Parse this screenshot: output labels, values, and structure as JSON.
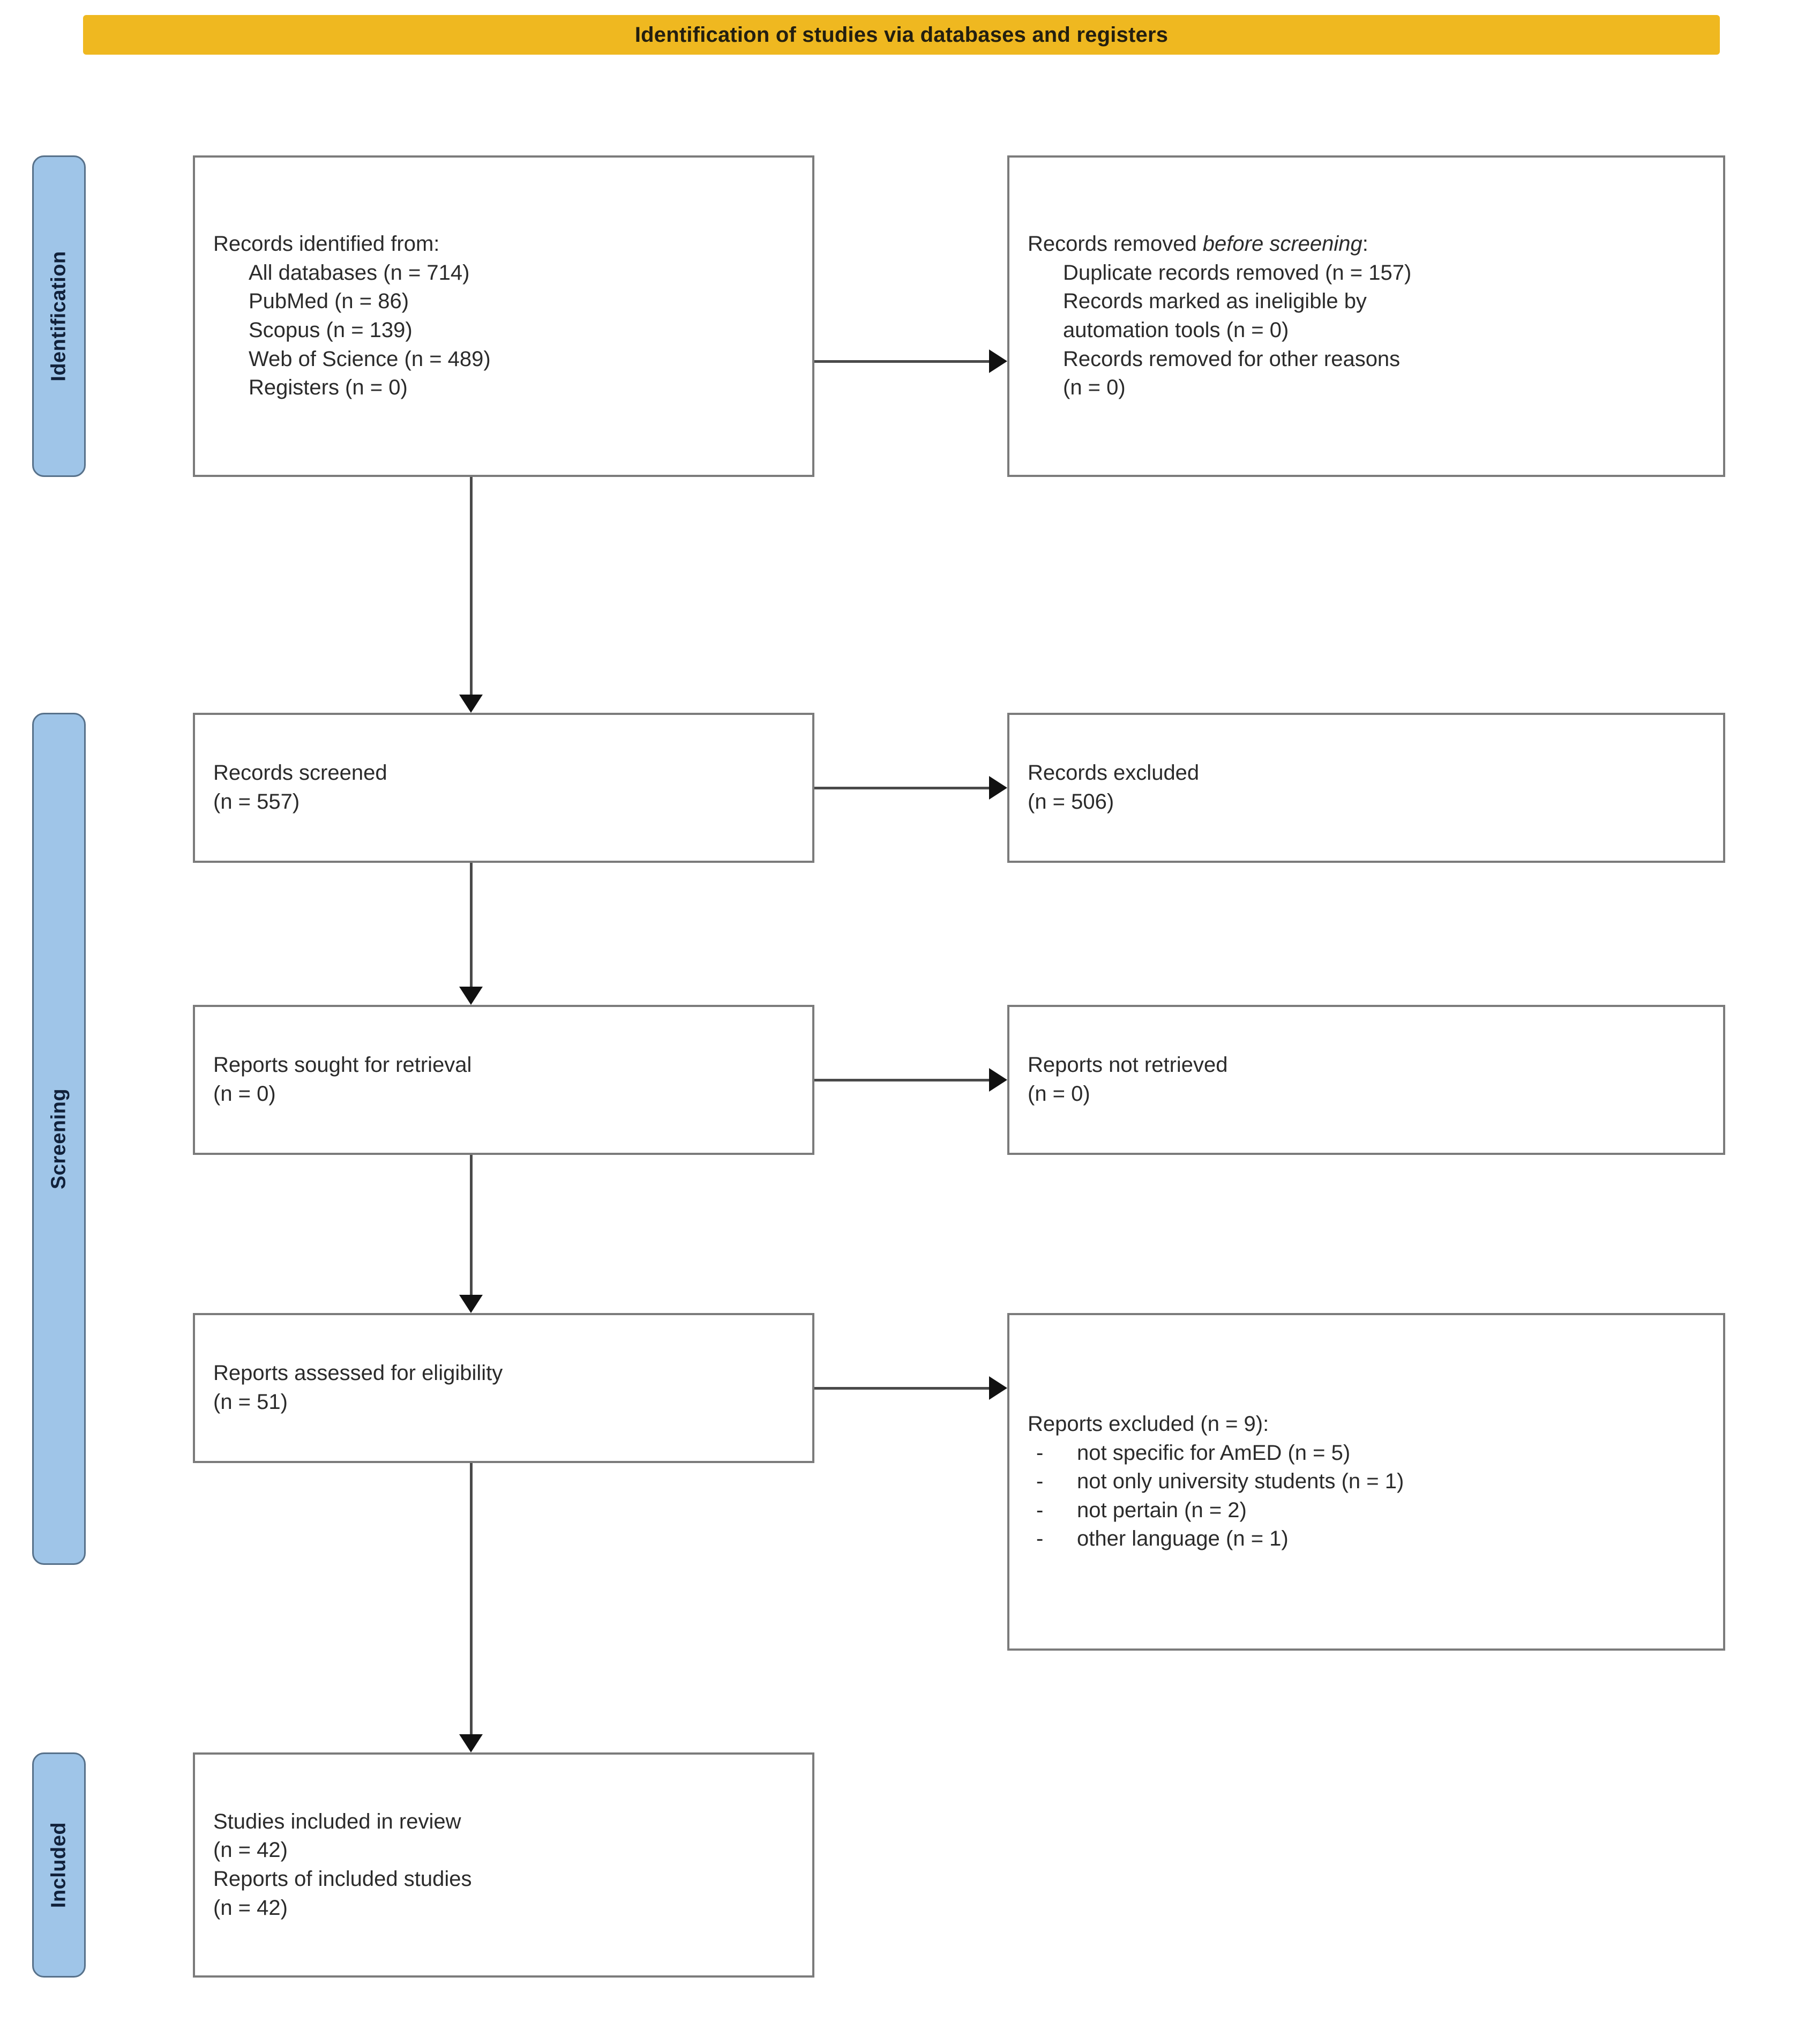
{
  "banner": {
    "title": "Identification of studies via databases and registers"
  },
  "stages": [
    {
      "id": "identification",
      "label": "Identification"
    },
    {
      "id": "screening",
      "label": "Screening"
    },
    {
      "id": "included",
      "label": "Included"
    }
  ],
  "boxes": {
    "identified": {
      "heading": "Records identified from:",
      "items": [
        "All databases (n = 714)",
        "PubMed (n = 86)",
        "Scopus (n = 139)",
        "Web of Science (n = 489)",
        "Registers (n = 0)"
      ]
    },
    "removed": {
      "heading_plain": "Records removed ",
      "heading_italic": "before screening",
      "heading_tail": ":",
      "items": [
        "Duplicate records removed (n = 157)",
        "Records marked as ineligible by",
        "automation tools (n = 0)",
        "Records removed for other reasons",
        "(n = 0)"
      ]
    },
    "screened": {
      "line1": "Records screened",
      "line2": "(n = 557)"
    },
    "excluded": {
      "line1": "Records excluded",
      "line2": "(n = 506)"
    },
    "sought": {
      "line1": "Reports sought for retrieval",
      "line2": "(n = 0)"
    },
    "not_retrieved": {
      "line1": "Reports not retrieved",
      "line2": "(n = 0)"
    },
    "assessed": {
      "line1": "Reports assessed for eligibility",
      "line2": "(n = 51)"
    },
    "reports_excluded": {
      "heading": "Reports excluded (n = 9):",
      "bullet_marker": "-",
      "items": [
        "not specific for AmED (n = 5)",
        "not only university students (n = 1)",
        "not pertain (n = 2)",
        "other language (n = 1)"
      ]
    },
    "included": {
      "line1": "Studies included in review",
      "line2": "(n = 42)",
      "line3": "Reports of included studies",
      "line4": "(n = 42)"
    }
  },
  "colors": {
    "banner_background": "#EFB820",
    "stage_tab_background": "#9FC5E8",
    "stage_tab_border": "#57718A",
    "box_border": "#7B7B7B",
    "connector": "#4A4A4A",
    "arrow_head": "#111111",
    "text": "#2B2B2B"
  },
  "chart_data": {
    "type": "flow-diagram",
    "title": "Identification of studies via databases and registers",
    "nodes": [
      {
        "id": "identified",
        "stage": "Identification",
        "label": "Records identified from",
        "values": {
          "All databases": 714,
          "PubMed": 86,
          "Scopus": 139,
          "Web of Science": 489,
          "Registers": 0
        }
      },
      {
        "id": "removed",
        "stage": "Identification",
        "label": "Records removed before screening",
        "values": {
          "Duplicate records removed": 157,
          "Records marked as ineligible by automation tools": 0,
          "Records removed for other reasons": 0
        }
      },
      {
        "id": "screened",
        "stage": "Screening",
        "label": "Records screened",
        "n": 557
      },
      {
        "id": "excluded",
        "stage": "Screening",
        "label": "Records excluded",
        "n": 506
      },
      {
        "id": "sought",
        "stage": "Screening",
        "label": "Reports sought for retrieval",
        "n": 0
      },
      {
        "id": "not_retrieved",
        "stage": "Screening",
        "label": "Reports not retrieved",
        "n": 0
      },
      {
        "id": "assessed",
        "stage": "Screening",
        "label": "Reports assessed for eligibility",
        "n": 51
      },
      {
        "id": "reports_excluded",
        "stage": "Screening",
        "label": "Reports excluded",
        "n": 9,
        "values": {
          "not specific for AmED": 5,
          "not only university students": 1,
          "not pertain": 2,
          "other language": 1
        }
      },
      {
        "id": "included",
        "stage": "Included",
        "label": "Studies included in review",
        "n": 42,
        "reports_n": 42
      }
    ],
    "edges": [
      {
        "from": "identified",
        "to": "removed",
        "direction": "right"
      },
      {
        "from": "identified",
        "to": "screened",
        "direction": "down"
      },
      {
        "from": "screened",
        "to": "excluded",
        "direction": "right"
      },
      {
        "from": "screened",
        "to": "sought",
        "direction": "down"
      },
      {
        "from": "sought",
        "to": "not_retrieved",
        "direction": "right"
      },
      {
        "from": "sought",
        "to": "assessed",
        "direction": "down"
      },
      {
        "from": "assessed",
        "to": "reports_excluded",
        "direction": "right"
      },
      {
        "from": "assessed",
        "to": "included",
        "direction": "down"
      }
    ]
  }
}
